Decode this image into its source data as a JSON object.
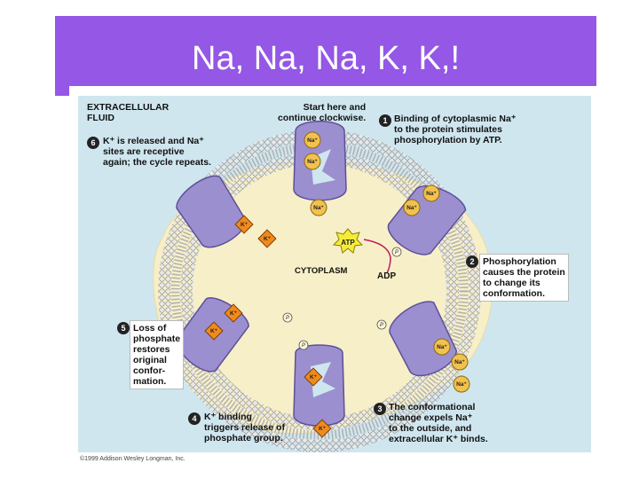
{
  "slide": {
    "title": "Na, Na, Na, K, K,!"
  },
  "colors": {
    "title_bar": "#9457e6",
    "figure_bg": "#cfe6ef",
    "cytoplasm": "#f7efc8",
    "protein": "#9c8fcf",
    "sodium_ion": "#f2c14e",
    "potassium_ion": "#f08a1c"
  },
  "figure": {
    "extracellular_label": "EXTRACELLULAR\nFLUID",
    "start_label": "Start here and\ncontinue clockwise.",
    "cytoplasm_label": "CYTOPLASM",
    "atp_label": "ATP",
    "adp_label": "ADP",
    "sodium_symbol": "Na⁺",
    "potassium_symbol": "K⁺",
    "phosphate_symbol": "P",
    "copyright": "©1999 Addison Wesley Longman, Inc.",
    "steps": [
      {
        "number": "1",
        "text": "Binding of cytoplasmic Na⁺\nto the protein stimulates\nphosphorylation by ATP."
      },
      {
        "number": "2",
        "text": "Phosphorylation\ncauses the protein\nto change its\nconformation."
      },
      {
        "number": "3",
        "text": "The conformational\nchange expels Na⁺\nto the outside, and\nextracellular K⁺ binds."
      },
      {
        "number": "4",
        "text": "K⁺ binding\ntriggers release of\nphosphate group."
      },
      {
        "number": "5",
        "text": "Loss of\nphosphate\nrestores\noriginal\nconfor-\nmation."
      },
      {
        "number": "6",
        "text": "K⁺ is released and Na⁺\nsites are receptive\nagain; the cycle repeats."
      }
    ]
  }
}
